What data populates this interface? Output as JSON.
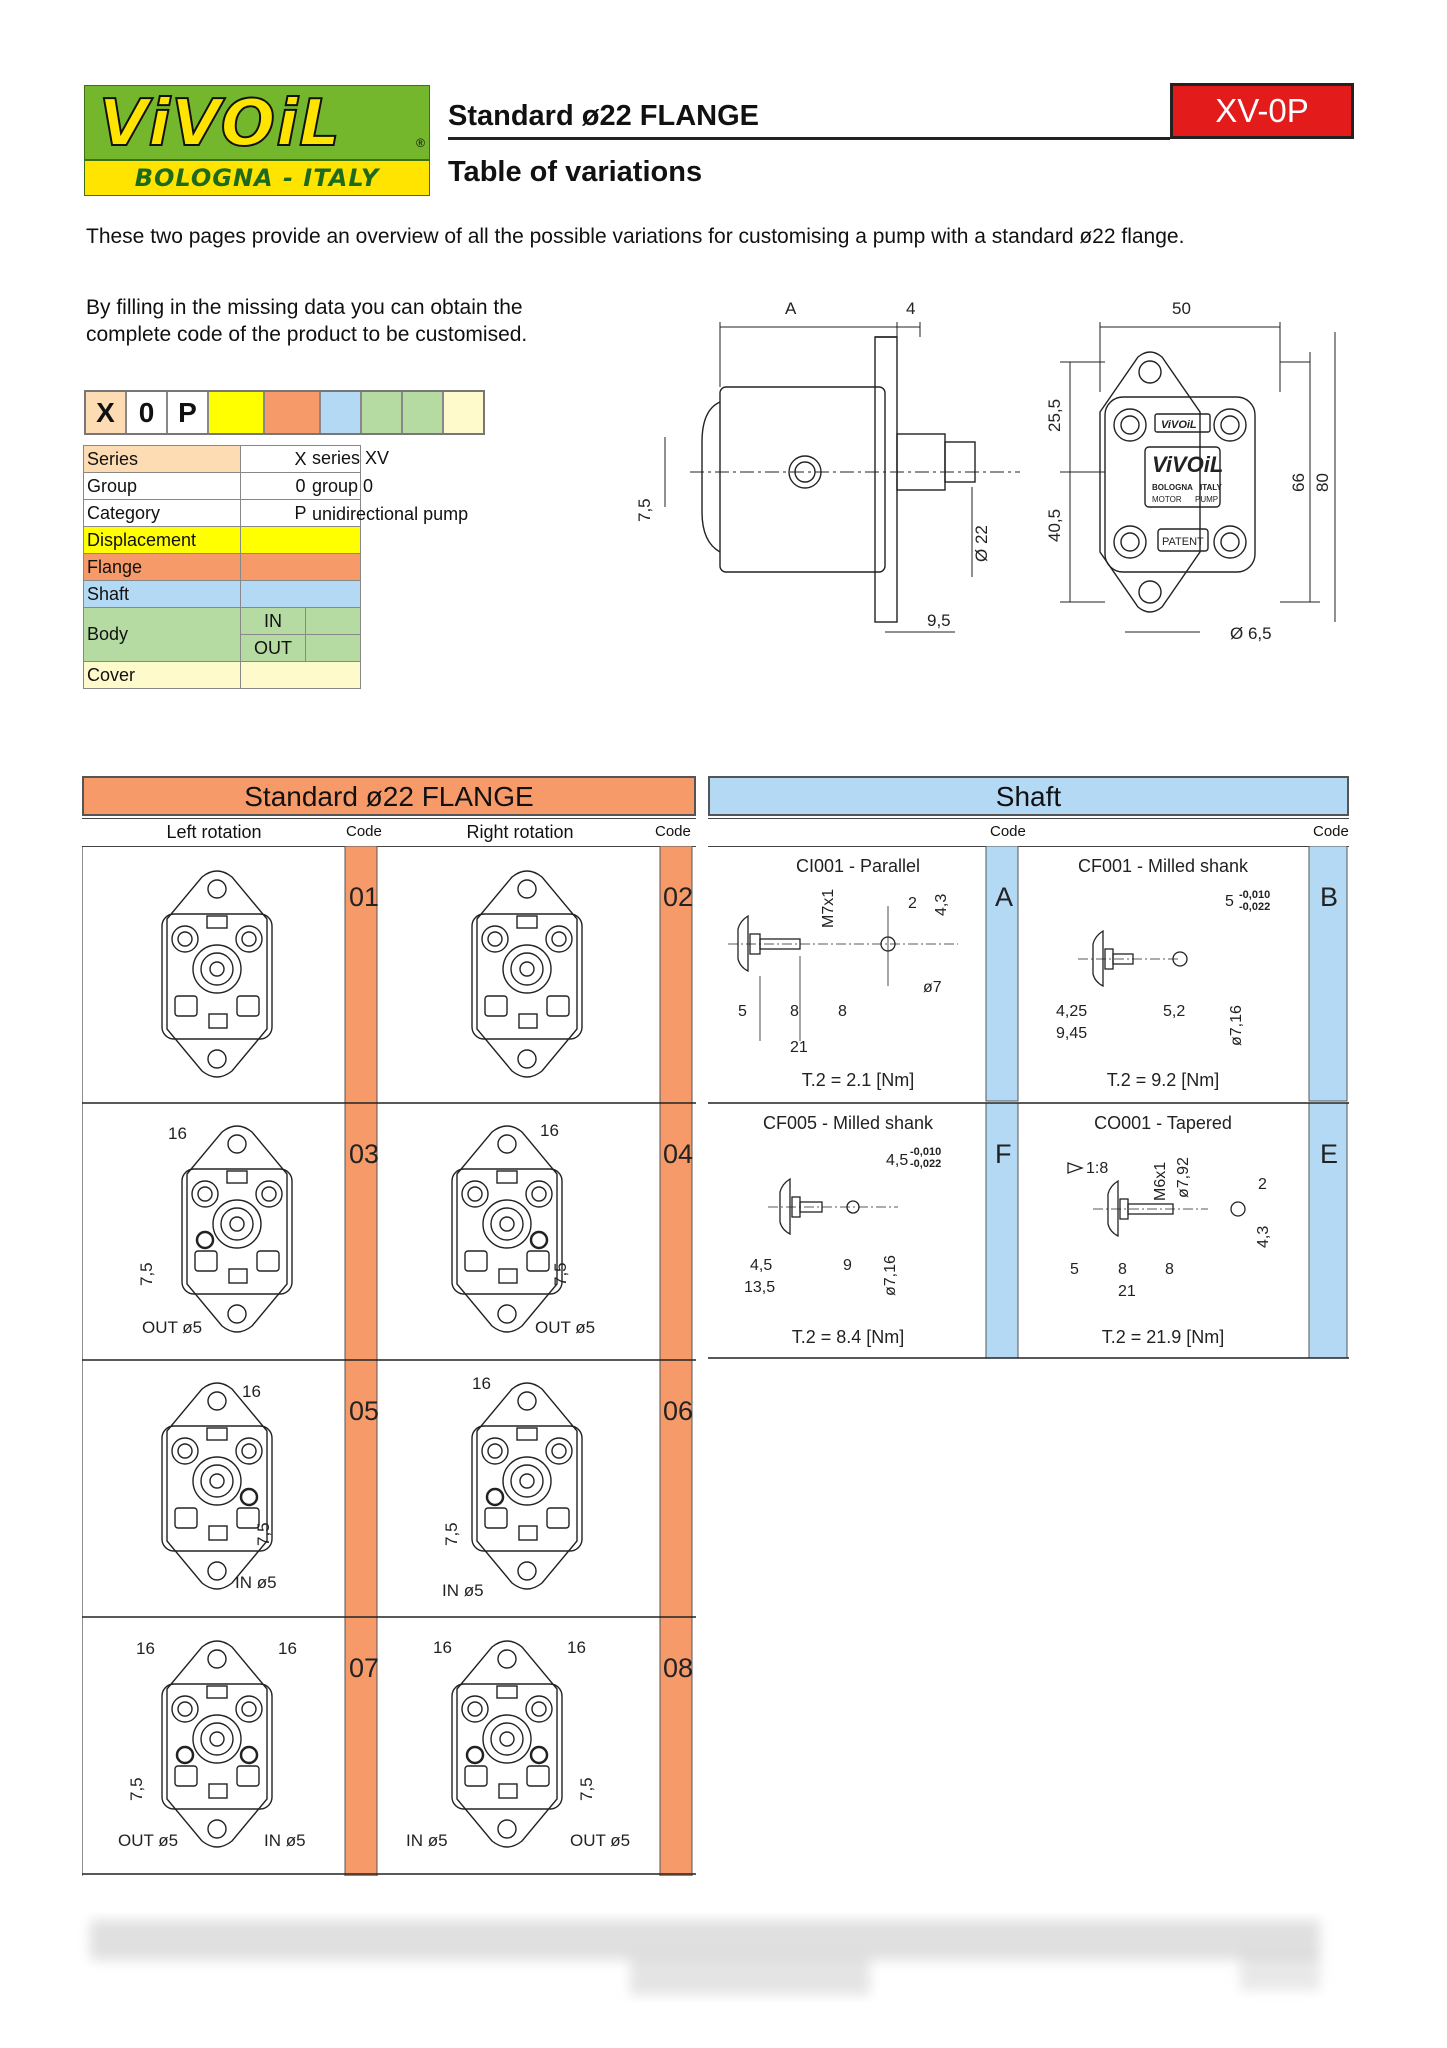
{
  "header": {
    "brand": "ViVOiL",
    "brand_sub": "BOLOGNA - ITALY",
    "brand_reg": "®",
    "title": "Standard ø22 FLANGE",
    "subtitle": "Table of variations",
    "product_code": "XV-0P"
  },
  "intro": {
    "line1": "These two pages provide an overview of all the possible variations for customising a pump with a standard ø22 flange.",
    "line2a": "By filling in the missing data you can obtain the",
    "line2b": "complete code of the product to be customised."
  },
  "code_strip": [
    "X",
    "0",
    "P",
    "",
    "",
    "",
    "",
    "",
    ""
  ],
  "colors": {
    "series": "#fddcb4",
    "displacement": "#ffff00",
    "flange": "#f79a6a",
    "shaft": "#b4d9f5",
    "body": "#b5dba3",
    "cover": "#fffacb",
    "brand_green": "#74b72c",
    "brand_yellow": "#ffe400",
    "code_red": "#e31b1b"
  },
  "legend": {
    "rows": [
      {
        "label": "Series",
        "value": "X",
        "desc": "series XV"
      },
      {
        "label": "Group",
        "value": "0",
        "desc": "group 0"
      },
      {
        "label": "Category",
        "value": "P",
        "desc": "unidirectional pump"
      },
      {
        "label": "Displacement",
        "value": "",
        "desc": ""
      },
      {
        "label": "Flange",
        "value": "",
        "desc": ""
      },
      {
        "label": "Shaft",
        "value": "",
        "desc": ""
      }
    ],
    "body_label": "Body",
    "body_in": "IN",
    "body_out": "OUT",
    "cover": "Cover"
  },
  "drawing": {
    "dim_a": "A",
    "dim_4": "4",
    "dim_7_5": "7,5",
    "dim_22": "Ø 22",
    "dim_9_5": "9,5",
    "dim_50": "50",
    "dim_25_5": "25,5",
    "dim_40_5": "40,5",
    "dim_66": "66",
    "dim_80": "80",
    "dim_6_5": "Ø 6,5",
    "plate_brand": "ViVOiL",
    "plate_bologna": "BOLOGNA",
    "plate_italy": "ITALY",
    "plate_motor": "MOTOR",
    "plate_pump": "PUMP",
    "plate_patent": "PATENT"
  },
  "flange_section": {
    "title": "Standard ø22 FLANGE",
    "left_head": "Left rotation",
    "right_head": "Right rotation",
    "code_head": "Code",
    "rows": [
      {
        "left_code": "01",
        "right_code": "02",
        "left_labels": [],
        "right_labels": []
      },
      {
        "left_code": "03",
        "right_code": "04",
        "left_labels": [
          "16",
          "7,5",
          "OUT ø5"
        ],
        "right_labels": [
          "16",
          "7,5",
          "OUT ø5"
        ]
      },
      {
        "left_code": "05",
        "right_code": "06",
        "left_labels": [
          "16",
          "7,5",
          "IN ø5"
        ],
        "right_labels": [
          "16",
          "7,5",
          "IN ø5"
        ]
      },
      {
        "left_code": "07",
        "right_code": "08",
        "left_labels": [
          "16",
          "16",
          "7,5",
          "OUT ø5",
          "IN ø5"
        ],
        "right_labels": [
          "16",
          "16",
          "7,5",
          "IN ø5",
          "OUT ø5"
        ]
      }
    ]
  },
  "shaft_section": {
    "title": "Shaft",
    "code_head": "Code",
    "items": [
      {
        "name": "CI001 - Parallel",
        "code": "A",
        "torque": "T.2 = 2.1 [Nm]",
        "dims": [
          "M7x1",
          "2",
          "4,3",
          "ø7",
          "5",
          "8",
          "8",
          "21"
        ]
      },
      {
        "name": "CF001 - Milled shank",
        "code": "B",
        "torque": "T.2 = 9.2 [Nm]",
        "dims": [
          "5",
          "-0,010",
          "-0,022",
          "4,25",
          "9,45",
          "5,2",
          "ø7,16"
        ]
      },
      {
        "name": "CF005 - Milled shank",
        "code": "F",
        "torque": "T.2 = 8.4 [Nm]",
        "dims": [
          "4,5",
          "-0,010",
          "-0,022",
          "4,5",
          "13,5",
          "9",
          "ø7,16"
        ]
      },
      {
        "name": "CO001 - Tapered",
        "code": "E",
        "torque": "T.2 = 21.9 [Nm]",
        "dims": [
          "1:8",
          "M6x1",
          "ø7,92",
          "2",
          "4,3",
          "5",
          "8",
          "8",
          "21"
        ]
      }
    ]
  }
}
